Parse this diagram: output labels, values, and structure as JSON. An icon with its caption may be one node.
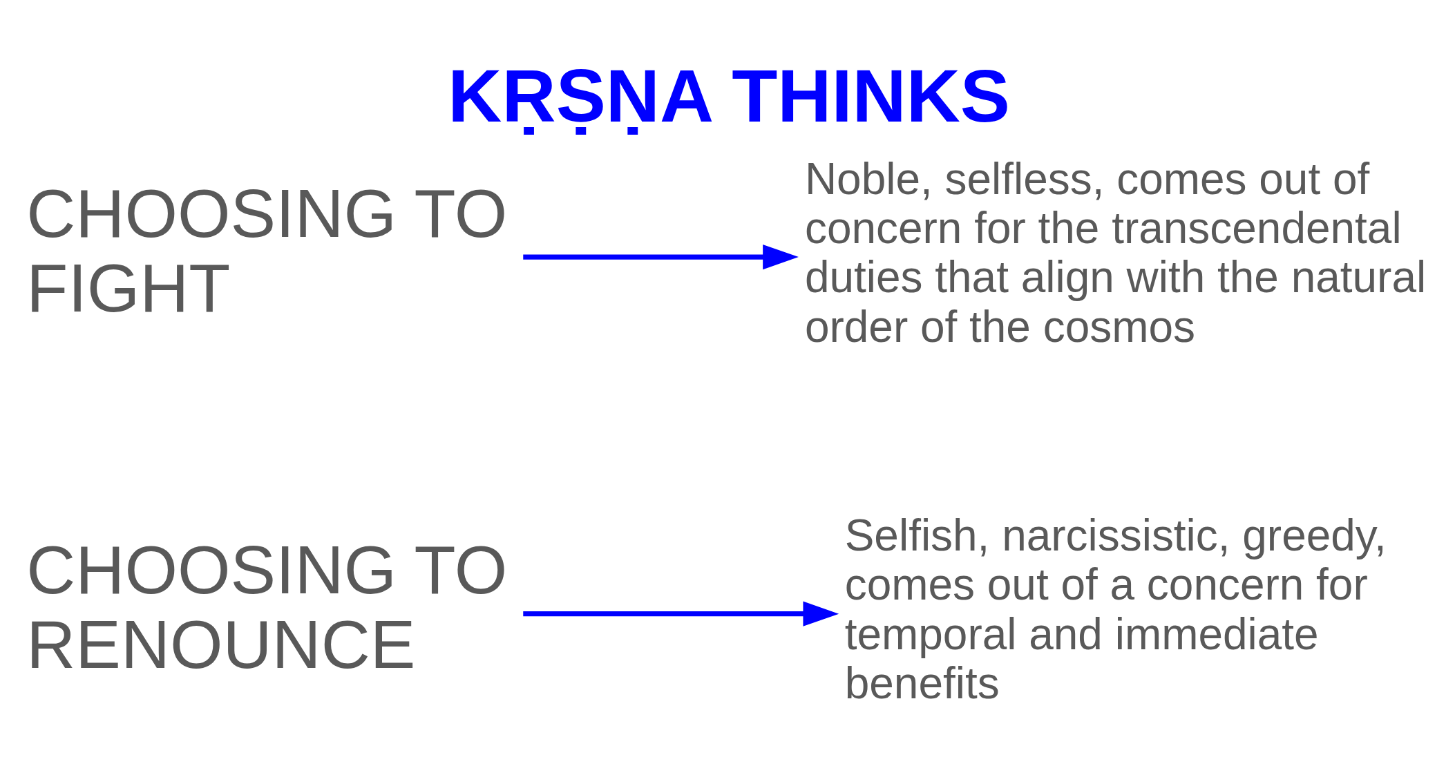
{
  "diagram": {
    "title": "KṚṢṆA THINKS",
    "nodes": [
      {
        "text": [
          "CHOOSING TO RENOUNCE"
        ]
      },
      {
        "text": [
          "Selfish, narcissistic, greedy, comes out of a concern for temporal and immediate benefits"
        ]
      },
      {
        "text": [
          "CHOOSING TO FIGHT"
        ]
      },
      {
        "text": [
          "Noble, selfless, comes out of concern for the transcendental duties that align with the natural order of the cosmos"
        ]
      }
    ],
    "edges": [
      {
        "from": 0,
        "to": 1,
        "arrow": "to"
      },
      {
        "from": 2,
        "to": 3,
        "arrow": "to"
      }
    ]
  }
}
